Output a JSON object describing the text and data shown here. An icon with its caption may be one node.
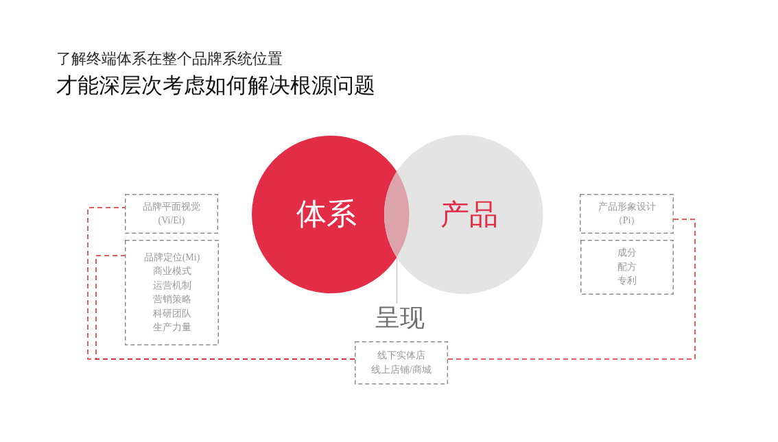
{
  "diagram": {
    "title": "才能深层次考虑如何解决根源问题",
    "nodes": [
      {
        "text": [
          "品牌平面视觉(Vi/Ei)"
        ]
      },
      {
        "text": [
          "品牌定位(Mi)",
          "商业模式",
          "运营机制",
          "营销策略",
          "科研团队",
          "生产力量"
        ]
      },
      {
        "text": [
          "体系"
        ]
      },
      {
        "text": [],
        "shape": "lens"
      },
      {
        "text": [
          "产品"
        ]
      },
      {
        "text": [
          "产品形象设计（Pi）"
        ]
      },
      {
        "text": [
          "成分",
          "配方",
          "专利"
        ]
      },
      {
        "text": [
          "呈现"
        ]
      },
      {
        "text": [
          "线下实体店",
          "线上店铺/商城"
        ]
      }
    ],
    "edges": [
      {
        "from": 0,
        "to": 8,
        "arrow": "none",
        "style": "dashed"
      },
      {
        "from": 1,
        "to": 8,
        "arrow": "none",
        "style": "dashed"
      },
      {
        "from": 5,
        "to": 8,
        "arrow": "none",
        "style": "dashed"
      },
      {
        "from": 7,
        "to": 3,
        "arrow": "none",
        "color": "#c8c8c8"
      }
    ],
    "labels": [
      "了解终端体系在整个品牌系统位置"
    ]
  }
}
